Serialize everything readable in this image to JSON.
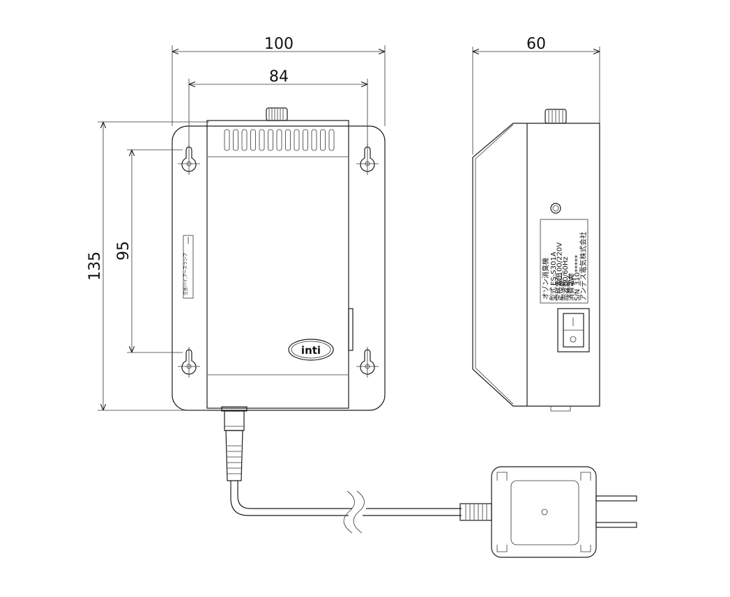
{
  "dimensions": {
    "width_outer": "100",
    "width_holes": "84",
    "height_outer": "135",
    "height_holes": "95",
    "depth": "60"
  },
  "side_sticker": "注音ハイ,アースランプ　",
  "logo": "inti",
  "nameplate": {
    "title": "オゾン消臭機",
    "rows": [
      {
        "label": "型式",
        "value": "ES-S301A"
      },
      {
        "label": "定格電圧",
        "value": "AC100/220V"
      },
      {
        "label": "周波数",
        "value": "50/60Hz"
      },
      {
        "label": "消費電力",
        "value": "2W"
      },
      {
        "label": "S/N",
        "value": "310*****"
      }
    ],
    "maker": "アンデス電気株式会社"
  }
}
